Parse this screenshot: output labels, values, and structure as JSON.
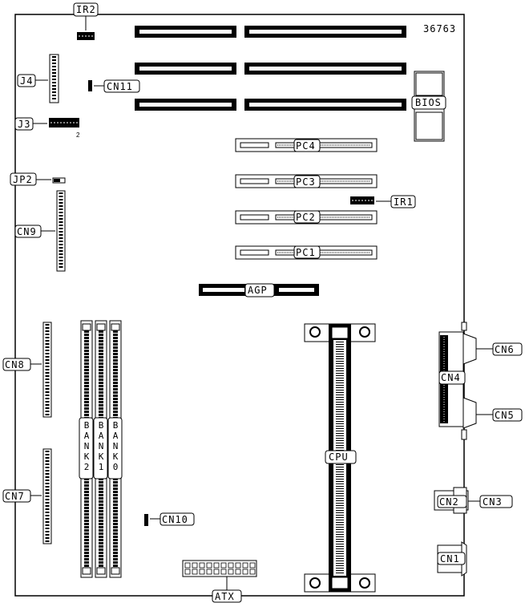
{
  "figure_number": "36763",
  "labels": {
    "ir2": "IR2",
    "j4": "J4",
    "cn11": "CN11",
    "j3": "J3",
    "j3_pin": "2",
    "jp2": "JP2",
    "cn9": "CN9",
    "cn8": "CN8",
    "cn7": "CN7",
    "cn10": "CN10",
    "bios": "BIOS",
    "pc4": "PC4",
    "pc3": "PC3",
    "pc2": "PC2",
    "pc1": "PC1",
    "ir1": "IR1",
    "agp": "AGP",
    "cpu": "CPU",
    "cn6": "CN6",
    "cn4": "CN4",
    "cn5": "CN5",
    "cn2": "CN2",
    "cn3": "CN3",
    "cn1": "CN1",
    "atx": "ATX",
    "bank2": "BANK2",
    "bank1": "BANK1",
    "bank0": "BANK0"
  }
}
